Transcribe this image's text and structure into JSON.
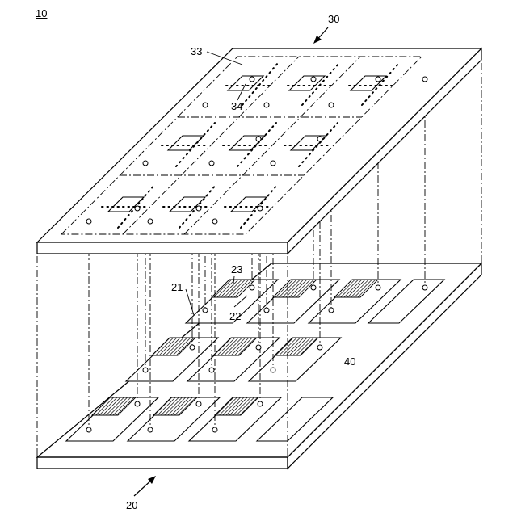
{
  "figure": {
    "id_label": "10",
    "ref_upper_unit": "30",
    "ref_lower_unit": "20",
    "ref_33": "33",
    "ref_34": "34",
    "ref_21": "21",
    "ref_22": "22",
    "ref_23": "23",
    "ref_40": "40"
  }
}
